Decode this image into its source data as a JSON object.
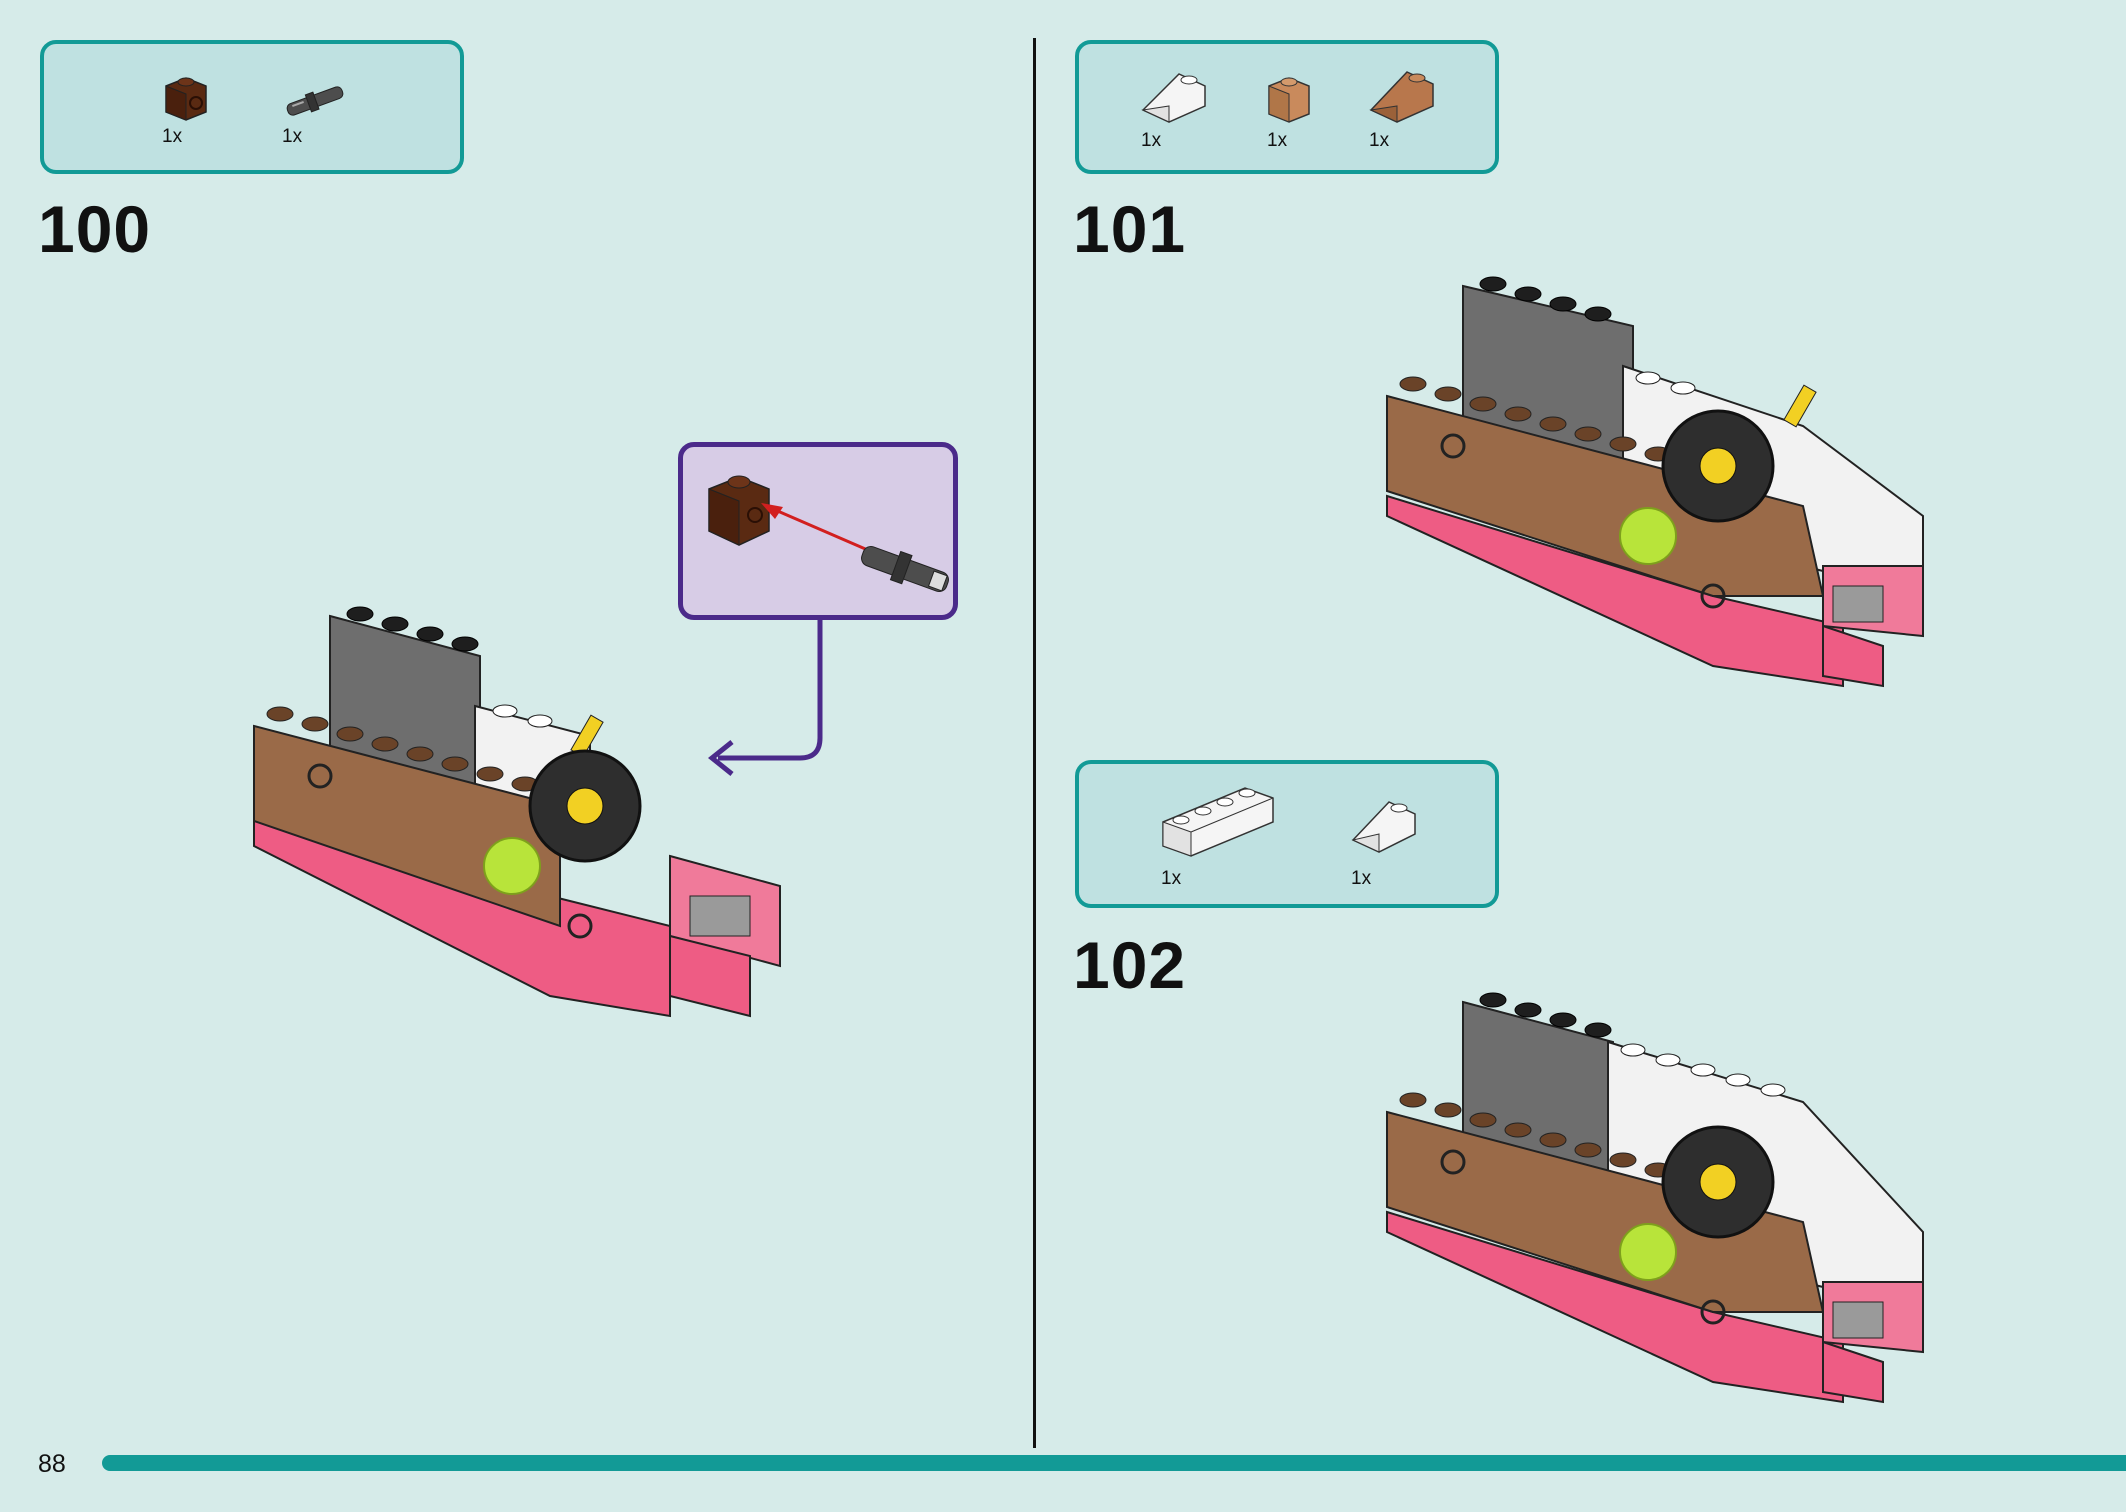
{
  "page": {
    "number": "88",
    "accent": "#129a96",
    "background": "#d6ebe9",
    "callout_border": "#4b2a8a"
  },
  "steps": [
    {
      "number": "100",
      "parts": [
        {
          "icon": "dark-brown-technic-brick-1x1-icon",
          "qty": "1x"
        },
        {
          "icon": "grey-connector-pin-icon",
          "qty": "1x"
        }
      ]
    },
    {
      "number": "101",
      "parts": [
        {
          "icon": "white-slope-brick-icon",
          "qty": "1x"
        },
        {
          "icon": "medium-nougat-brick-1x1-icon",
          "qty": "1x"
        },
        {
          "icon": "medium-nougat-slope-brick-icon",
          "qty": "1x"
        }
      ]
    },
    {
      "number": "102",
      "parts": [
        {
          "icon": "white-brick-1x4-icon",
          "qty": "1x"
        },
        {
          "icon": "white-slope-brick-icon",
          "qty": "1x"
        }
      ]
    }
  ]
}
